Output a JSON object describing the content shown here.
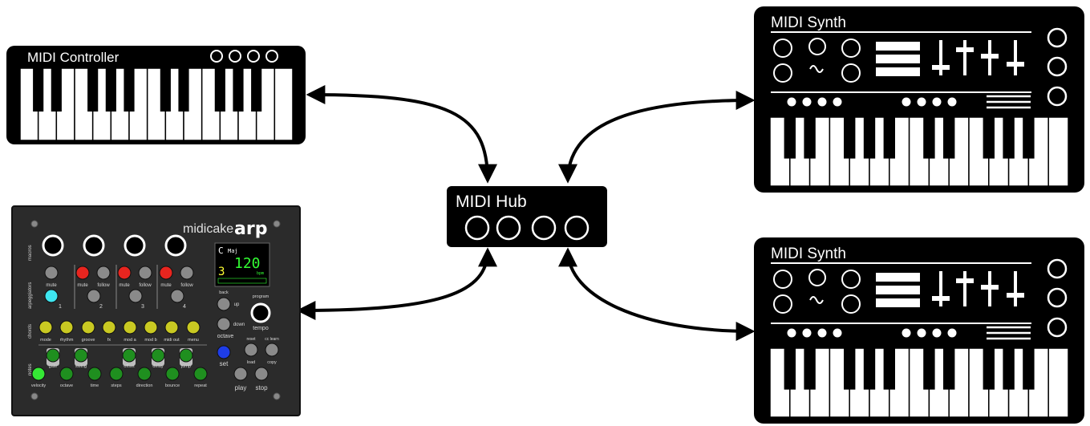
{
  "nodes": {
    "controller": {
      "label": "MIDI Controller"
    },
    "hub": {
      "label": "MIDI Hub"
    },
    "synth_top": {
      "label": "MIDI Synth"
    },
    "synth_bottom": {
      "label": "MIDI Synth"
    },
    "arp": {
      "brand_prefix": "midicake",
      "brand_word": "arp",
      "section_macros": "macros",
      "section_arpeggiators": "arpeggiators",
      "section_chords": "chords",
      "section_notes": "notes",
      "display_chord": "C",
      "display_quality": "Maj",
      "display_tempo": "120",
      "display_bpm": "bpm",
      "display_octave": "3",
      "arp_labels": [
        "mute",
        "mute",
        "follow",
        "mute",
        "follow",
        "mute",
        "follow"
      ],
      "arp_numbers": [
        "1",
        "2",
        "3",
        "4"
      ],
      "chord_labels": [
        "mode",
        "rhythm",
        "groove",
        "fx",
        "mod a",
        "mod b",
        "midi out",
        "menu"
      ],
      "notes_top_labels": [
        "gate",
        "swing",
        "offset",
        "delay",
        "jump"
      ],
      "notes_bottom_labels": [
        "velocity",
        "octave",
        "time",
        "steps",
        "direction",
        "bounce",
        "repeat"
      ],
      "right_labels": {
        "back": "back",
        "up": "up",
        "down": "down",
        "octave": "octave",
        "program": "program",
        "tempo": "tempo",
        "set": "set",
        "reset": "reset",
        "load": "load",
        "cc_learn": "cc learn",
        "copy": "copy",
        "play": "play",
        "stop": "stop"
      }
    }
  },
  "edges": [
    {
      "from": "controller",
      "to": "hub",
      "direction": "bidirectional"
    },
    {
      "from": "arp",
      "to": "hub",
      "direction": "bidirectional"
    },
    {
      "from": "hub",
      "to": "synth_top",
      "direction": "bidirectional"
    },
    {
      "from": "hub",
      "to": "synth_bottom",
      "direction": "bidirectional"
    }
  ],
  "colors": {
    "device_body": "#000000",
    "arp_body": "#2b2b2b",
    "arp_mute": "#e8251f",
    "arp_cyan": "#3ee6f0",
    "arp_chord": "#c9c922",
    "arp_note": "#1f8f1f",
    "arp_note_bright": "#35e835",
    "arp_set": "#1e3de8",
    "arp_display_green": "#33ff33"
  }
}
